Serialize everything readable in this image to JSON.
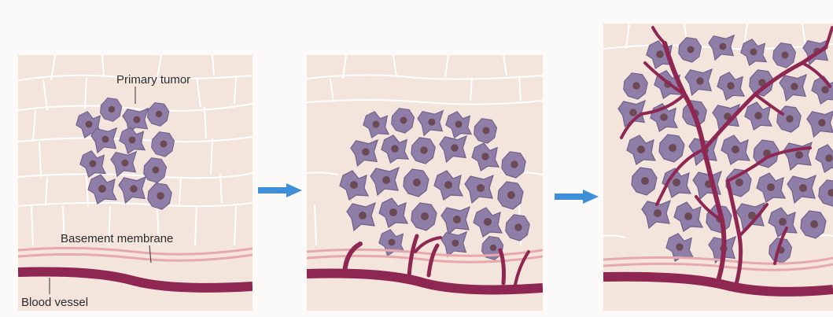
{
  "diagram": {
    "labels": {
      "primary_tumor": "Primary tumor",
      "basement_membrane": "Basement membrane",
      "blood_vessel": "Blood vessel"
    },
    "stages": 3,
    "arrows": 2,
    "colors": {
      "background": "#fbfaf9",
      "tissue": "#f3e4dc",
      "cell_border": "#ffffff",
      "tumor_cell": "#8f7ea8",
      "tumor_nucleus": "#6b4a55",
      "membrane": "#e7a8ad",
      "vessel": "#8e2752",
      "arrow": "#3e8fd8"
    }
  }
}
